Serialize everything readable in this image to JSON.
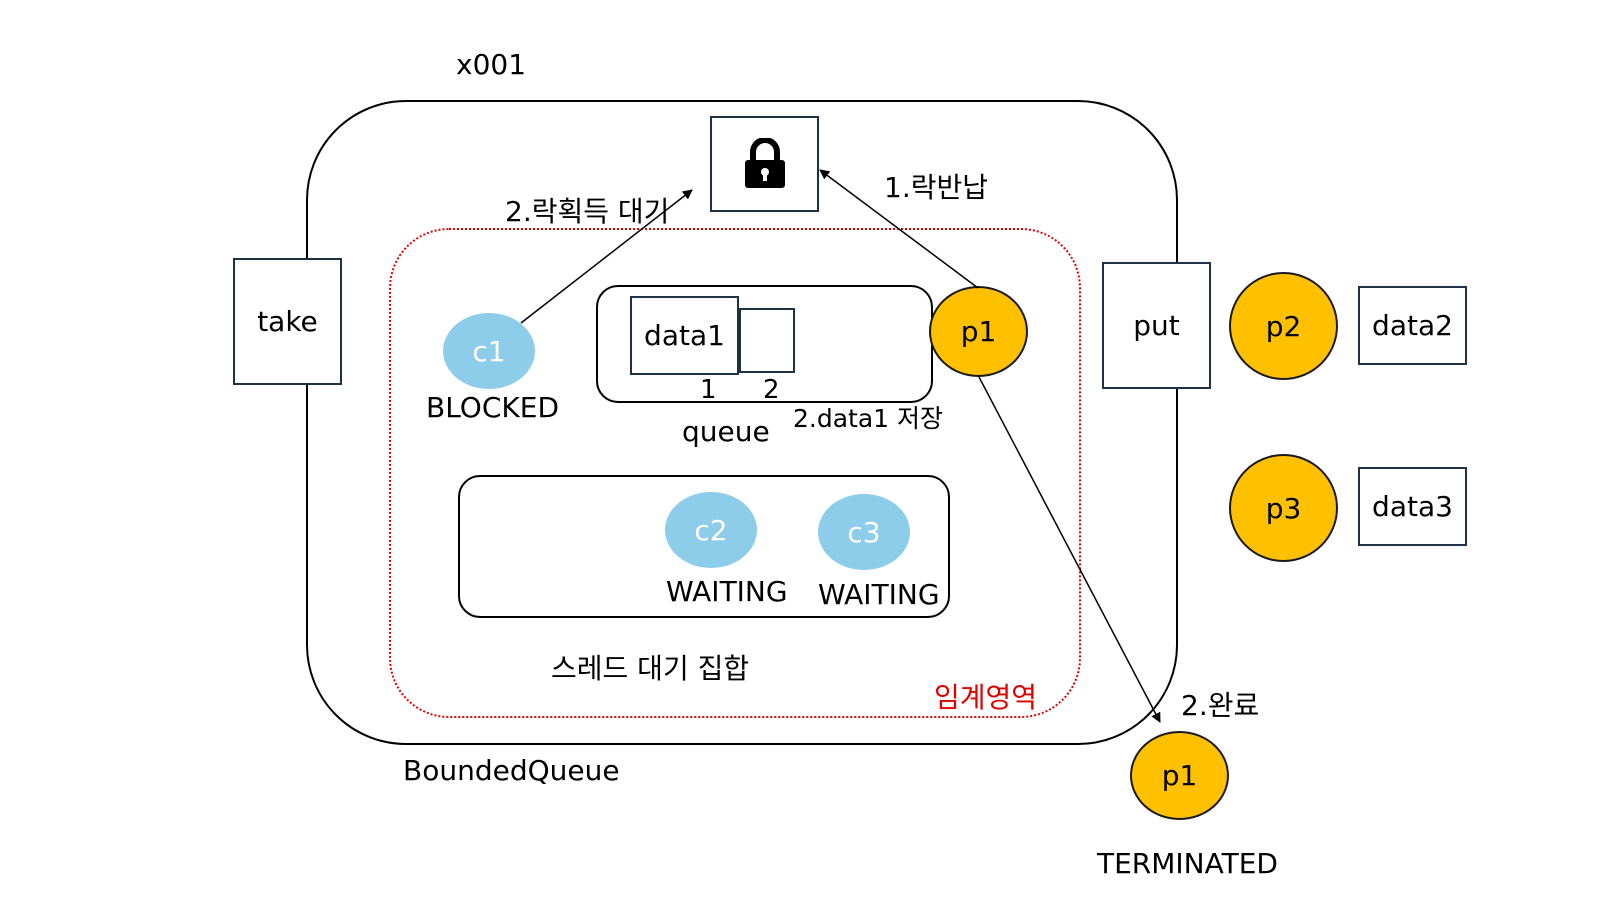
{
  "colors": {
    "accent_orange": "#ffc000",
    "thread_blue": "#8ecdea",
    "critical_red": "#e00000",
    "box_border": "#1f3245"
  },
  "object_ref": "x001",
  "class_label": "BoundedQueue",
  "lock_icon": "lock-icon",
  "methods": {
    "take": "take",
    "put": "put"
  },
  "critical_section_label": "임계영역",
  "queue": {
    "label": "queue",
    "slot1_value": "data1",
    "slot1_index": "1",
    "slot2_index": "2"
  },
  "wait_set": {
    "label": "스레드 대기 집합",
    "threads": [
      {
        "name": "c2",
        "state": "WAITING"
      },
      {
        "name": "c3",
        "state": "WAITING"
      }
    ]
  },
  "consumer_blocked": {
    "name": "c1",
    "state": "BLOCKED"
  },
  "producer_active": {
    "name": "p1"
  },
  "producers_waiting": [
    {
      "name": "p2",
      "data": "data2"
    },
    {
      "name": "p3",
      "data": "data3"
    }
  ],
  "producer_done": {
    "name": "p1",
    "state": "TERMINATED"
  },
  "steps": {
    "release_lock": "1.락반납",
    "wait_lock": "2.락획득 대기",
    "store_data": "2.data1 저장",
    "complete": "2.완료"
  }
}
